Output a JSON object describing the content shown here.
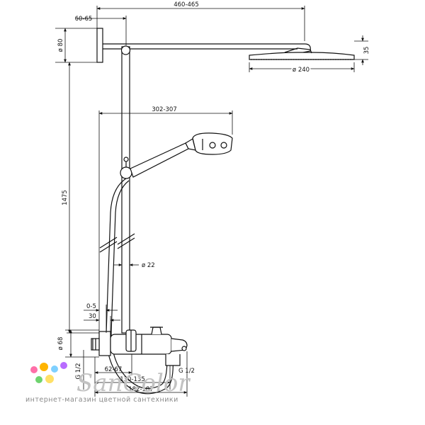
{
  "dimensions": {
    "arm_length": "460-465",
    "wall_offset_top": "60-65",
    "flange_diameter": "ø 80",
    "head_height": "35",
    "head_diameter": "ø 240",
    "hand_shower_reach": "302-307",
    "total_height": "1475",
    "rail_diameter": "ø 22",
    "wall_gap": "0-5",
    "bracket_depth": "30",
    "valve_diameter": "ø 68",
    "inlet_thread_left": "G 1/2",
    "inlet_thread_right": "G 1/2",
    "centers_1": "62-67",
    "centers_2": "130-135",
    "centers_3": "182-187"
  },
  "watermark": {
    "brand": "SanColor",
    "tagline": "интернет-магазин цветной сантехники",
    "dot_colors": [
      "#ff6fa8",
      "#ffb400",
      "#7fd0ff",
      "#b86cff",
      "#6ed36e",
      "#ffe066"
    ]
  }
}
